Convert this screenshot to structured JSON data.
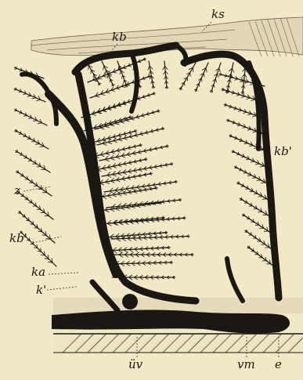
{
  "figure": {
    "background_color": "#f1e8c6",
    "ink_color": "#1b1712",
    "labels": {
      "ks": "ks",
      "kb": "kb",
      "kb_prime_right": "kb'",
      "z": "z",
      "kb_prime_left": "kb'",
      "ka": "ka",
      "k_prime": "k'",
      "uv": "üv",
      "vm": "vm",
      "e": "e"
    }
  }
}
